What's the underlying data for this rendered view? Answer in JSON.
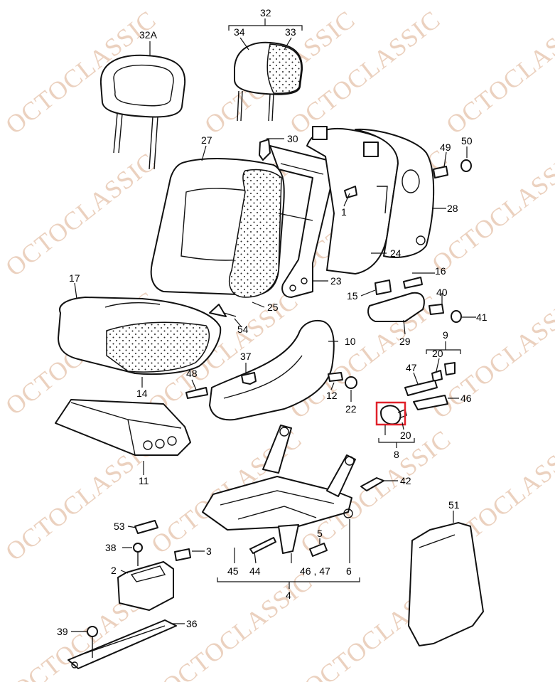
{
  "watermark": "OCTOCLASSIC",
  "highlight_color": "#e0212a",
  "watermark_color": "#e8c9b4",
  "callouts": {
    "c32": "32",
    "c32a": "32A",
    "c34": "34",
    "c33": "33",
    "c27": "27",
    "c30": "30",
    "c50": "50",
    "c49": "49",
    "c1": "1",
    "c28": "28",
    "c24": "24",
    "c23": "23",
    "c16": "16",
    "c15": "15",
    "c40": "40",
    "c41": "41",
    "c25": "25",
    "c17": "17",
    "c54": "54",
    "c29": "29",
    "c9": "9",
    "c20a": "20",
    "c10": "10",
    "c37": "37",
    "c48": "48",
    "c47": "47",
    "c46": "46",
    "c14": "14",
    "c12": "12",
    "c22": "22",
    "c20b": "20",
    "c8": "8",
    "c11": "11",
    "c42": "42",
    "c51": "51",
    "c53": "53",
    "c38": "38",
    "c3": "3",
    "c5": "5",
    "c2": "2",
    "c45": "45",
    "c44": "44",
    "c4647": "46 , 47",
    "c6": "6",
    "c4": "4",
    "c39": "39",
    "c36": "36"
  }
}
